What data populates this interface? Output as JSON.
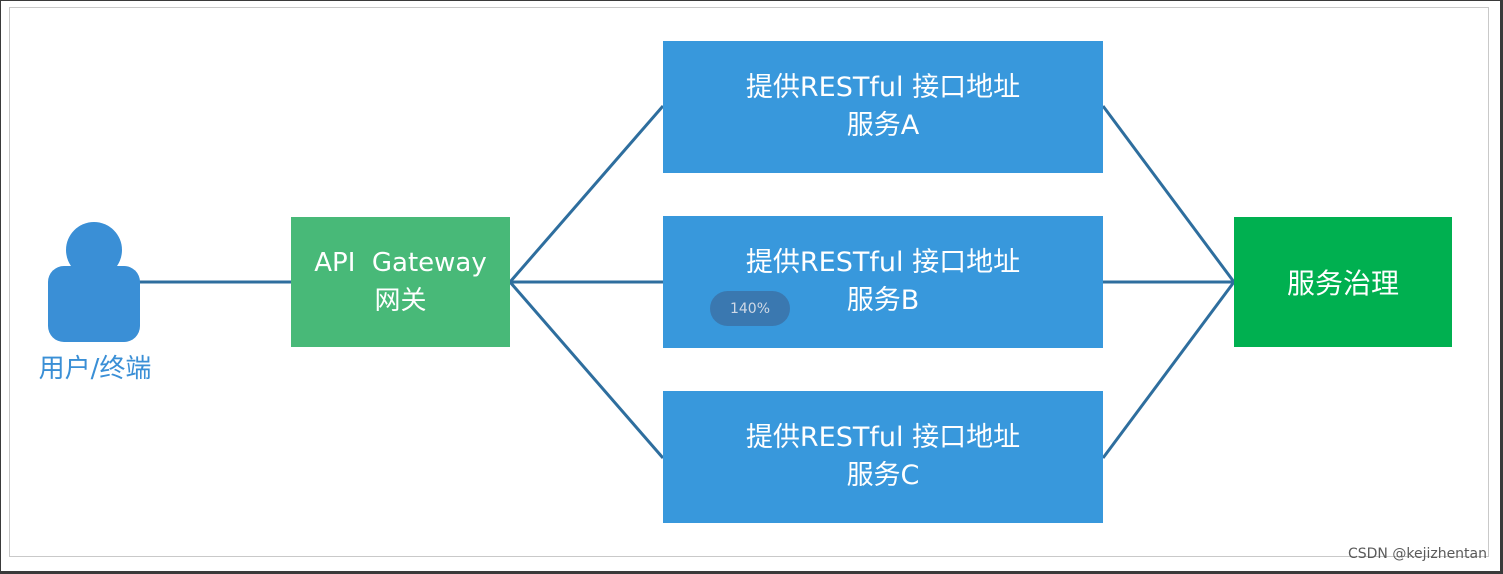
{
  "user": {
    "label": "用户/终端"
  },
  "gateway": {
    "line1": "API  Gateway",
    "line2": "网关"
  },
  "services": [
    {
      "line1": "提供RESTful 接口地址",
      "line2": "服务A"
    },
    {
      "line1": "提供RESTful 接口地址",
      "line2": "服务B"
    },
    {
      "line1": "提供RESTful 接口地址",
      "line2": "服务C"
    }
  ],
  "governance": {
    "label": "服务治理"
  },
  "zoom": {
    "level": "140%"
  },
  "watermark": "CSDN @kejizhentan",
  "colors": {
    "service_blue": "#3898dc",
    "gateway_green": "#48b978",
    "governance_green": "#00b050",
    "user_blue": "#3a8fd6",
    "connector": "#2e6e9e"
  },
  "icons": {
    "user": "person-icon"
  }
}
